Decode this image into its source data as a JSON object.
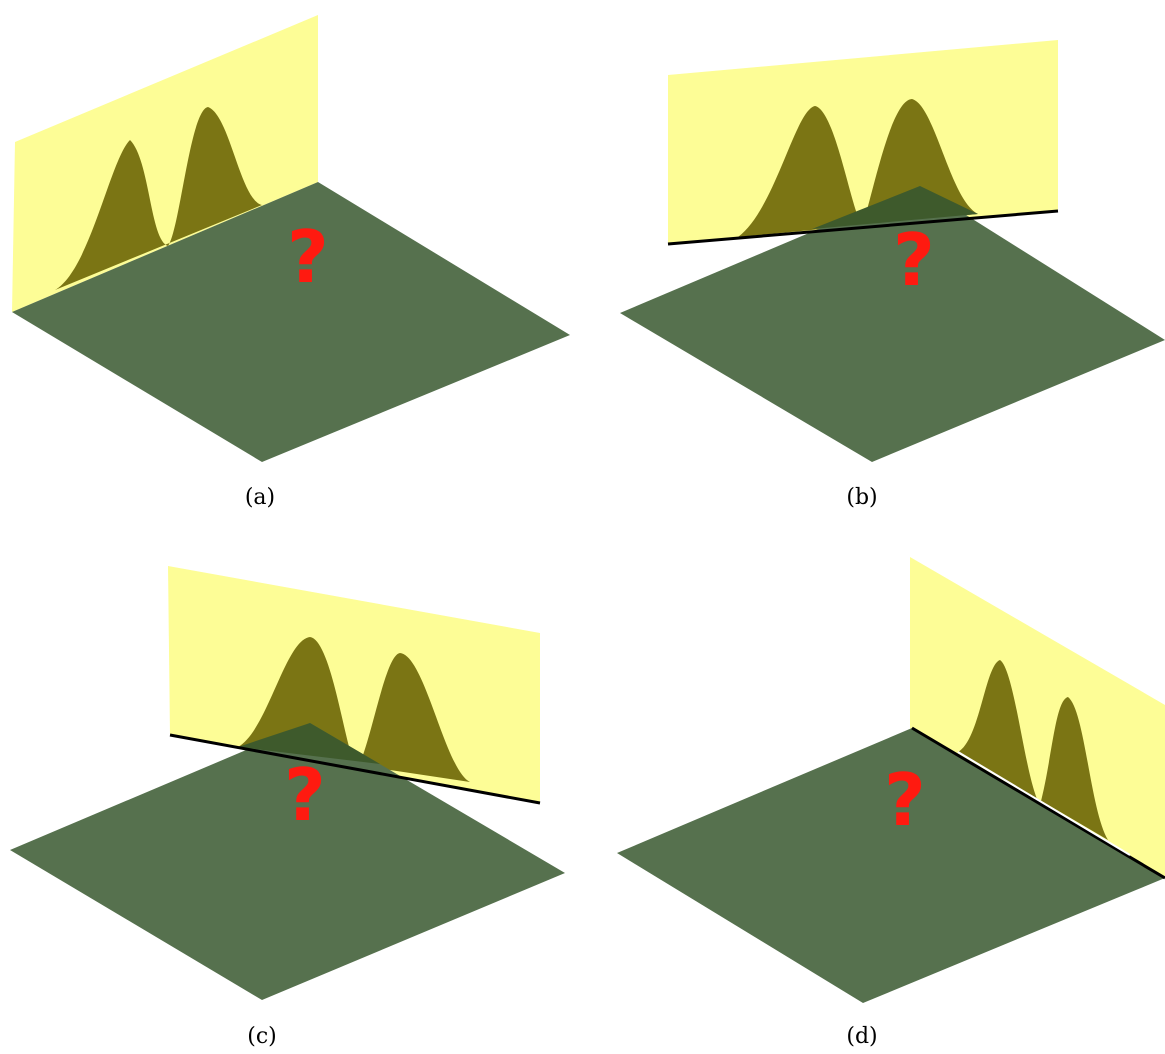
{
  "panels": [
    {
      "id": "a",
      "caption": "(a)",
      "marker": "?"
    },
    {
      "id": "b",
      "caption": "(b)",
      "marker": "?"
    },
    {
      "id": "c",
      "caption": "(c)",
      "marker": "?"
    },
    {
      "id": "d",
      "caption": "(d)",
      "marker": "?"
    }
  ],
  "colors": {
    "floor": "#56714e",
    "floor_through_panel": "#3e5a2c",
    "panel": "#fdfd96",
    "curve_fill": "#7b7514",
    "marker": "#ff1a10",
    "edge_line": "#000000"
  }
}
